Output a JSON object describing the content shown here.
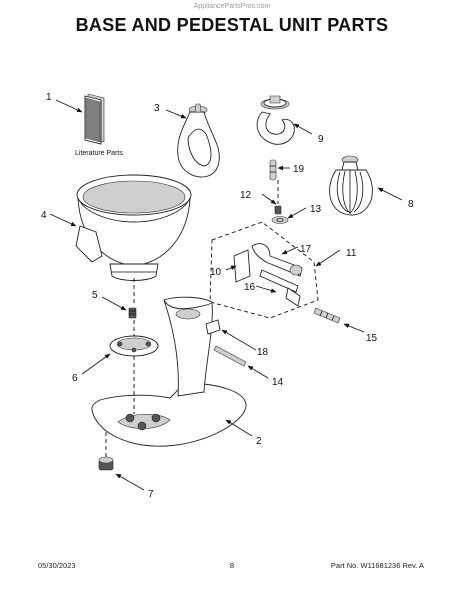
{
  "watermark": "AppliancePartsPros.com",
  "title": "BASE AND PEDESTAL UNIT PARTS",
  "literature_label": "Literature Parts",
  "callouts": {
    "c1": "1",
    "c2": "2",
    "c3": "3",
    "c4": "4",
    "c5": "5",
    "c6": "6",
    "c7": "7",
    "c8": "8",
    "c9": "9",
    "c10": "10",
    "c11": "11",
    "c12": "12",
    "c13": "13",
    "c14": "14",
    "c15": "15",
    "c16": "16",
    "c17": "17",
    "c18": "18",
    "c19": "19"
  },
  "footer": {
    "date": "05/30/2023",
    "page": "8",
    "part_no": "Part No. W11681236  Rev. A"
  }
}
